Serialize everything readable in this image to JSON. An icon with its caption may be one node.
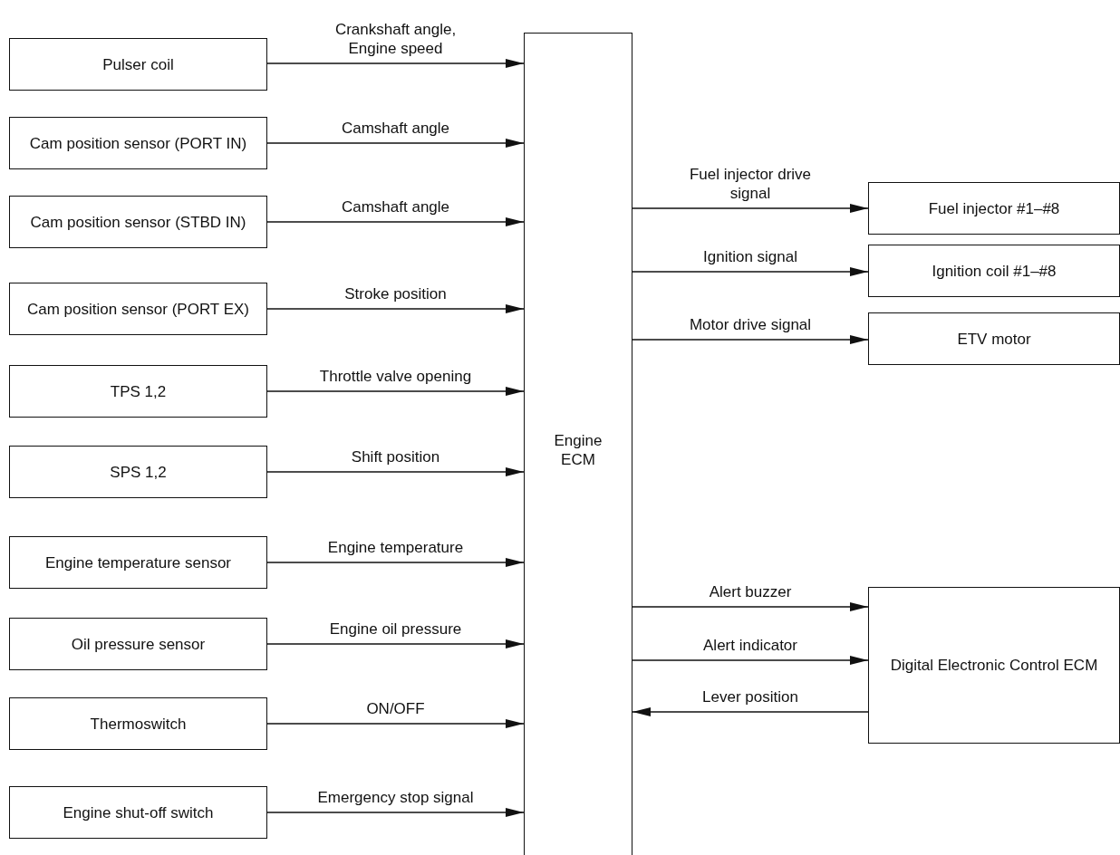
{
  "diagram": {
    "nodes": [
      {
        "text": [
          "Pulser coil"
        ]
      },
      {
        "text": [
          "Cam position sensor (PORT IN)"
        ]
      },
      {
        "text": [
          "Cam position sensor (STBD IN)"
        ]
      },
      {
        "text": [
          "Cam position sensor (PORT EX)"
        ]
      },
      {
        "text": [
          "TPS 1,2"
        ]
      },
      {
        "text": [
          "SPS 1,2"
        ]
      },
      {
        "text": [
          "Engine temperature sensor"
        ]
      },
      {
        "text": [
          "Oil pressure sensor"
        ]
      },
      {
        "text": [
          "Thermoswitch"
        ]
      },
      {
        "text": [
          "Engine shut-off switch"
        ]
      },
      {
        "text": [
          "Engine ECM"
        ]
      },
      {
        "text": [
          "Fuel injector #1–#8"
        ]
      },
      {
        "text": [
          "Ignition coil #1–#8"
        ]
      },
      {
        "text": [
          "ETV motor"
        ]
      },
      {
        "text": [
          "Digital Electronic Control ECM"
        ]
      }
    ],
    "edges": [
      {
        "from": 0,
        "to": 10,
        "arrow": "to",
        "label": "Crankshaft angle, Engine speed"
      },
      {
        "from": 1,
        "to": 10,
        "arrow": "to",
        "label": "Camshaft angle"
      },
      {
        "from": 2,
        "to": 10,
        "arrow": "to",
        "label": "Camshaft angle"
      },
      {
        "from": 3,
        "to": 10,
        "arrow": "to",
        "label": "Stroke position"
      },
      {
        "from": 4,
        "to": 10,
        "arrow": "to",
        "label": "Throttle valve opening"
      },
      {
        "from": 5,
        "to": 10,
        "arrow": "to",
        "label": "Shift position"
      },
      {
        "from": 6,
        "to": 10,
        "arrow": "to",
        "label": "Engine temperature"
      },
      {
        "from": 7,
        "to": 10,
        "arrow": "to",
        "label": "Engine oil pressure"
      },
      {
        "from": 8,
        "to": 10,
        "arrow": "to",
        "label": "ON/OFF"
      },
      {
        "from": 9,
        "to": 10,
        "arrow": "to",
        "label": "Emergency stop signal"
      },
      {
        "from": 10,
        "to": 11,
        "arrow": "to",
        "label": "Fuel injector drive signal"
      },
      {
        "from": 10,
        "to": 12,
        "arrow": "to",
        "label": "Ignition signal"
      },
      {
        "from": 10,
        "to": 13,
        "arrow": "to",
        "label": "Motor drive signal"
      },
      {
        "from": 10,
        "to": 14,
        "arrow": "to",
        "label": "Alert buzzer"
      },
      {
        "from": 10,
        "to": 14,
        "arrow": "to",
        "label": "Alert indicator"
      },
      {
        "from": 14,
        "to": 10,
        "arrow": "to",
        "label": "Lever position"
      }
    ]
  }
}
